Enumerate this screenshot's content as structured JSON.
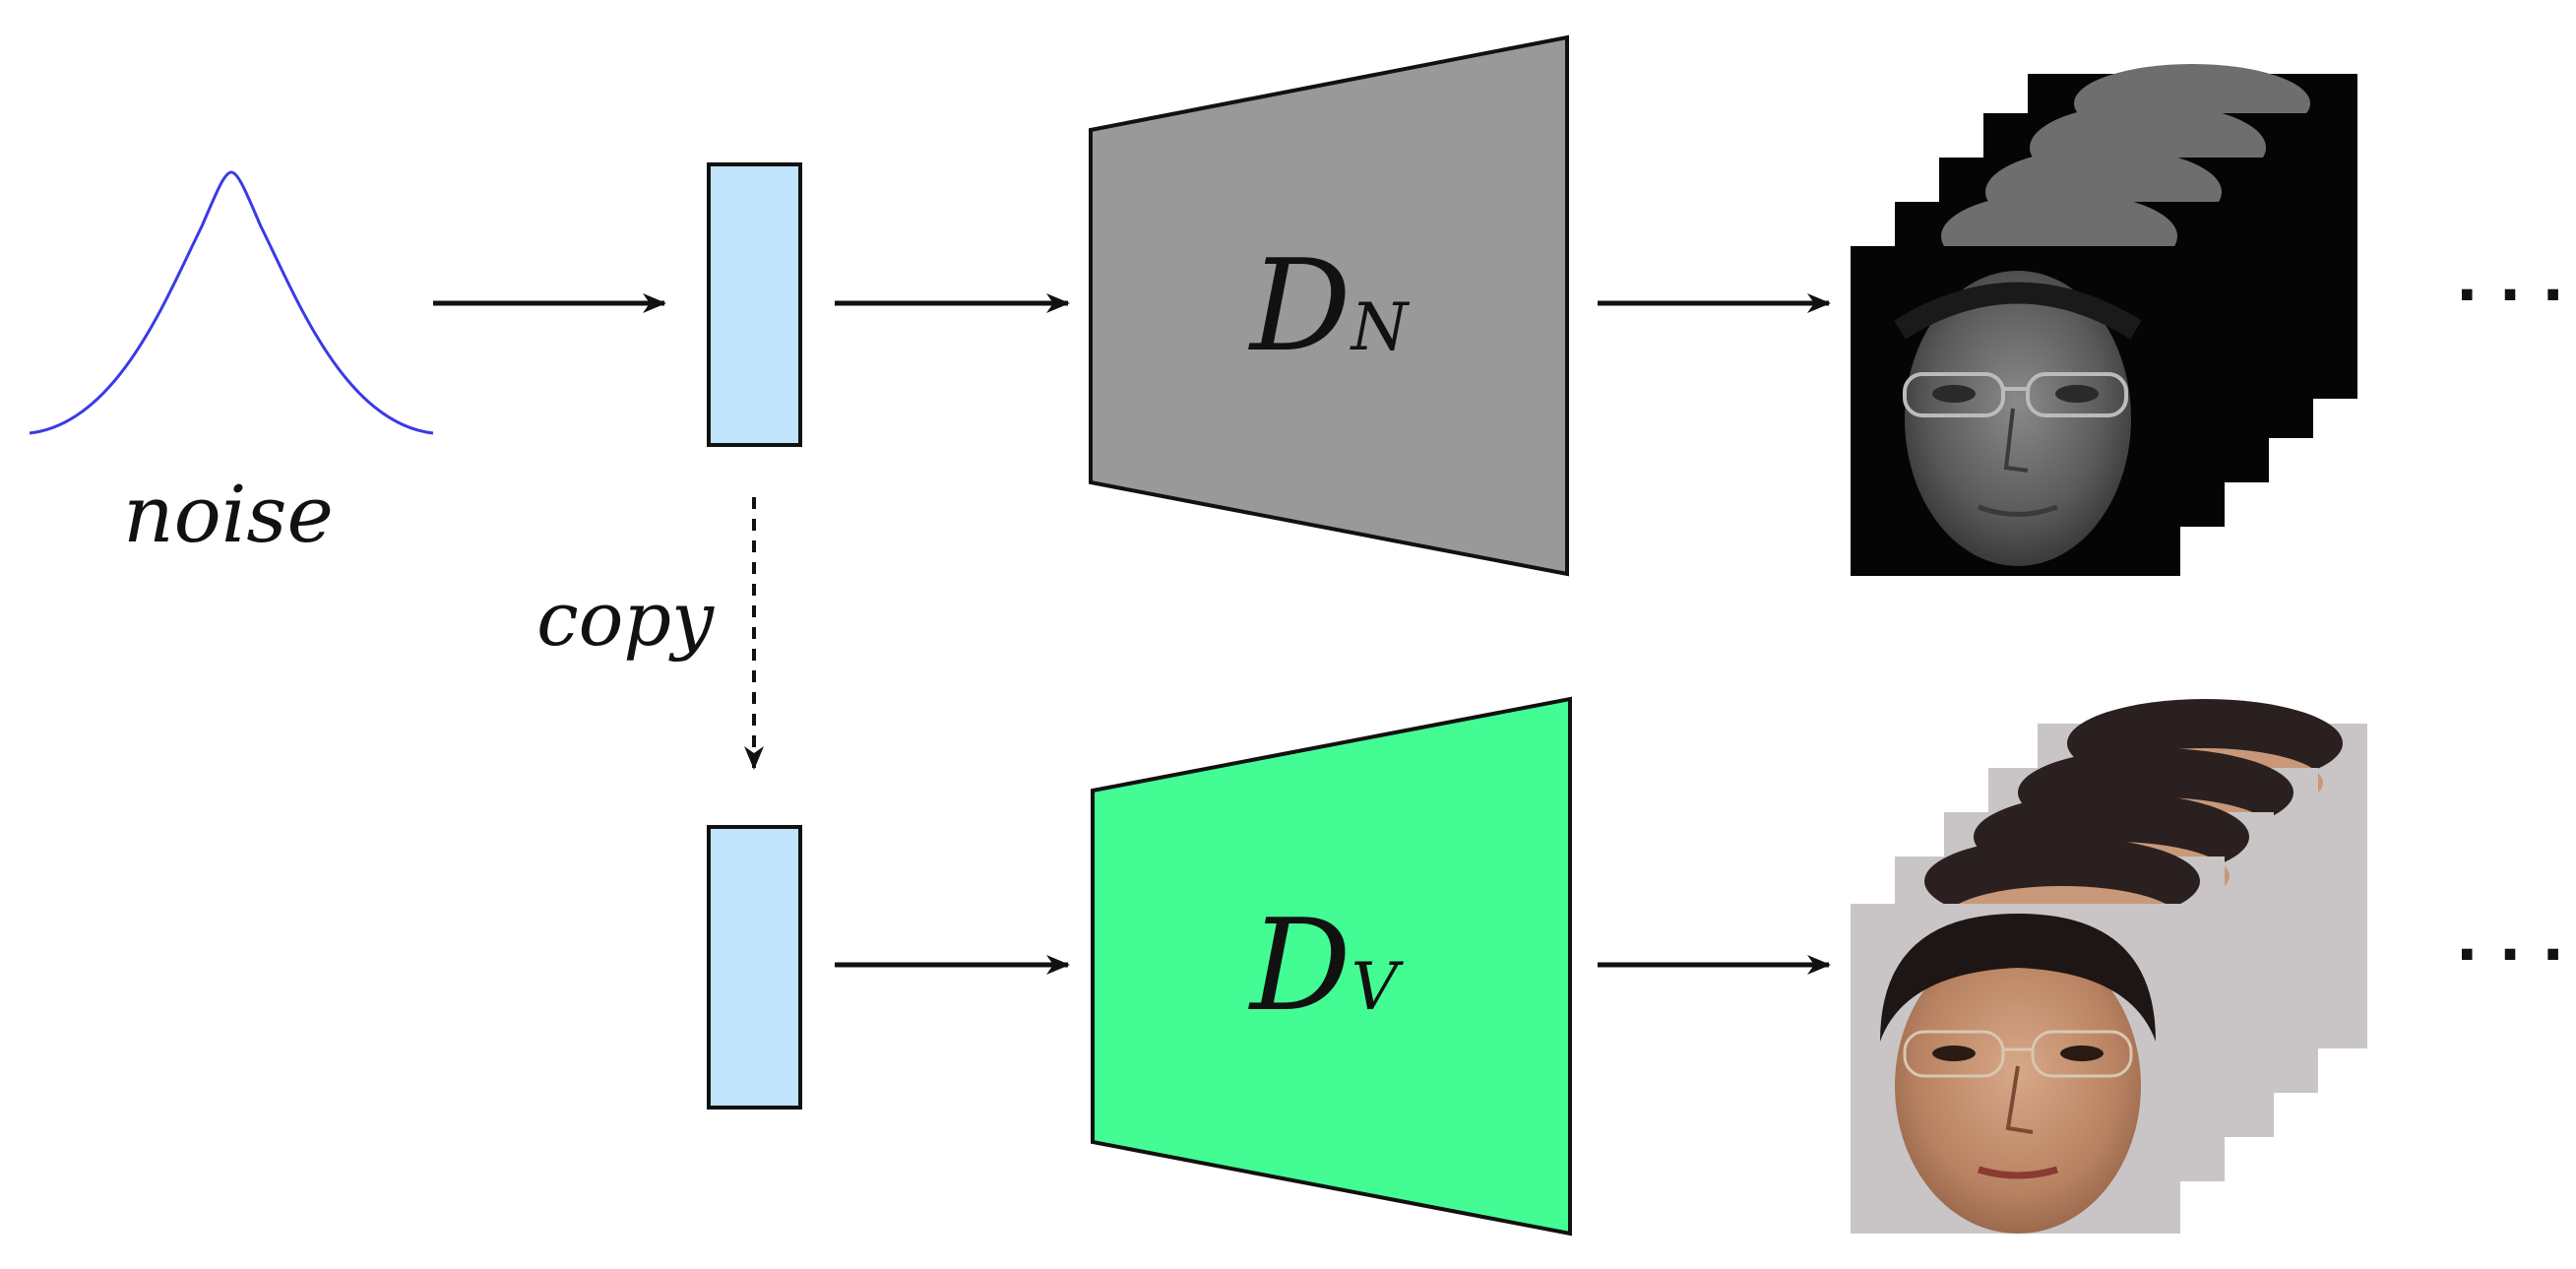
{
  "labels": {
    "noise": "noise",
    "copy": "copy",
    "decoder_nir": {
      "main": "D",
      "sub": "N"
    },
    "decoder_vis": {
      "main": "D",
      "sub": "V"
    },
    "ellipsis": "· · ·"
  },
  "colors": {
    "gaussian_curve": "#3a3ae6",
    "latent_vector": "#c0e4fb",
    "decoder_nir": "#999999",
    "decoder_vis": "#43fd94",
    "stroke": "#111111",
    "nir_face_bg": "#050505",
    "vis_face_skin": "#c89878",
    "vis_face_bg": "#c9c5c6"
  },
  "icons": {
    "gaussian": "gaussian-curve-icon",
    "arrow": "arrow-right-icon",
    "dashed_arrow": "dashed-arrow-down-icon",
    "nir_face": "nir-face-image",
    "vis_face": "vis-face-image"
  }
}
